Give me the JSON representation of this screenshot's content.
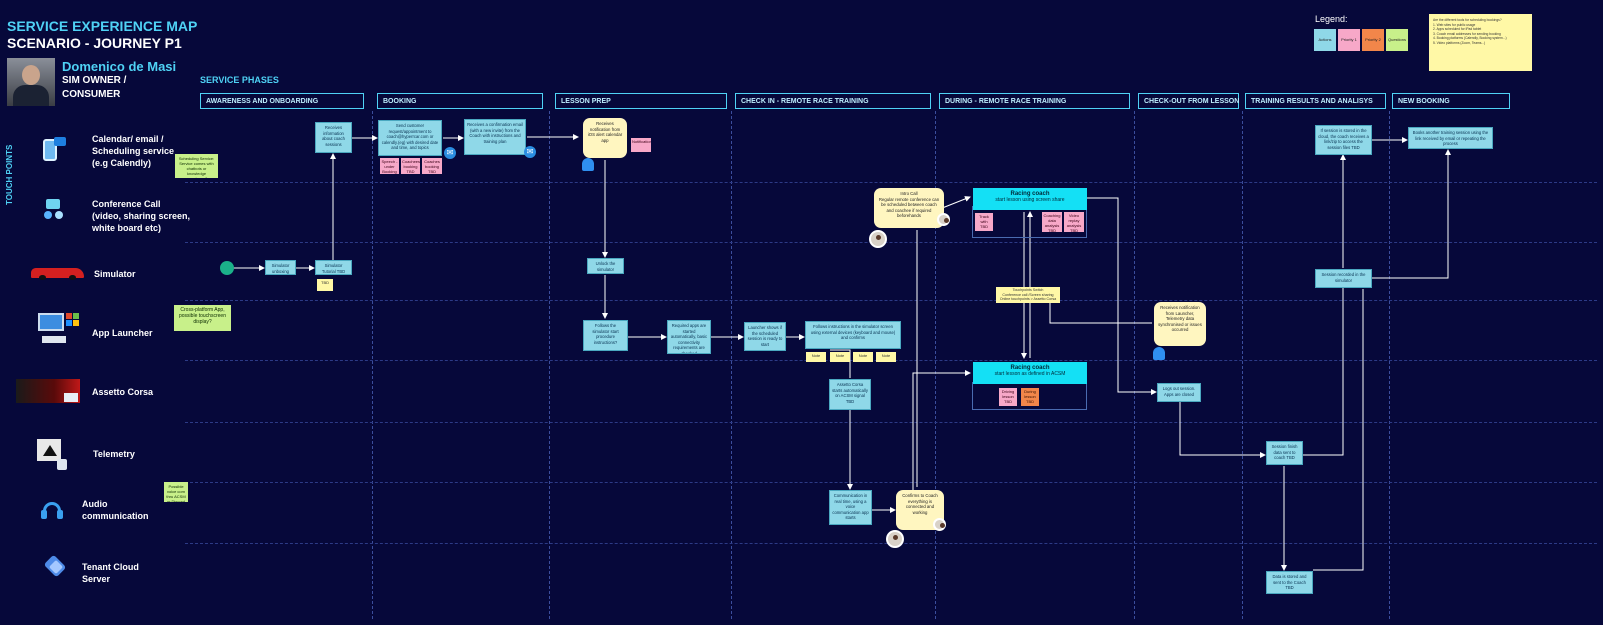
{
  "header": {
    "title": "SERVICE EXPERIENCE MAP",
    "subtitle": "SCENARIO - JOURNEY P1",
    "persona_name": "Domenico de Masi",
    "persona_role_1": "SIM OWNER /",
    "persona_role_2": "CONSUMER",
    "phases_title": "SERVICE PHASES",
    "touch_points_title": "TOUCH POINTS"
  },
  "legend": {
    "title": "Legend:",
    "items": [
      "Actions",
      "Priority 1",
      "Priority 2",
      "Questions"
    ]
  },
  "phases": [
    "AWARENESS AND ONBOARDING",
    "BOOKING",
    "LESSON PREP",
    "CHECK IN -  REMOTE RACE  TRAINING",
    "DURING - REMOTE RACE TRAINING",
    "CHECK-OUT FROM LESSON",
    "TRAINING RESULTS AND ANALISYS",
    "NEW BOOKING"
  ],
  "touchpoints": [
    {
      "label": "Calendar/ email /\nScheduling service\n(e.g Calendly)",
      "icon": "phone-mail-icon"
    },
    {
      "label": "Conference Call\n(video, sharing screen,\nwhite board etc)",
      "icon": "conference-icon"
    },
    {
      "label": "Simulator",
      "icon": "race-car-icon"
    },
    {
      "label": "App Launcher",
      "icon": "monitor-windows-icon"
    },
    {
      "label": "Assetto Corsa",
      "icon": "assetto-corsa-icon"
    },
    {
      "label": "Telemetry",
      "icon": "telemetry-icon"
    },
    {
      "label": "Audio\ncommunication",
      "icon": "headset-icon"
    },
    {
      "label": "Tenant Cloud\nServer",
      "icon": "cloud-icon"
    }
  ],
  "cards": {
    "receives_info": "Receives information about coach sessions",
    "send_request": "Send customer request/appointment to coach@hyperrcar.com or calendly.(eg) with desired date and time, and topics",
    "receives_confirm": "Receives a confirmation email (with a new invite) from the Coach with instructions and training plan",
    "sim_unboxing": "Simulator unboxing",
    "sim_tutorial": "Simulator Tutorial TBD",
    "sim_unlock": "Unlock the simulator",
    "follows_sim": "Follows the simulator start procedure instructions?",
    "required_apps": "Required apps are started automatically, basic connectivity requirements are checked",
    "launcher_shows": "Launcher shows if the scheduled session is ready to start",
    "follow_instr": "Follows instructions in the simulator screen using external devices (keyboard and mouse) and confirms",
    "ac_starts": "Assetto Corsa starts automatically on ACSM signal TBD",
    "comm_realtime": "Communication in real time, using a voice communication app starts",
    "logs_out": "Logs out session. Apps are closed",
    "session_recorded": "Session recorded in the simulator",
    "session_finish": "Session finish data sent to coach TBD",
    "data_stored": "Data is stored and sent to the Coach TBD",
    "session_cloud": "If session is stored in the cloud, the coach receives a link/zip to access the session files TBD",
    "books_another": "Books another training session using the link received by email or repeating the process"
  },
  "bubbles": {
    "receives_notif": "Receives notification from iOS alert calendar app",
    "intro_call": "Intro Call\nRegular remote conference can be scheduled between coach and coachee if required beforehands",
    "receives_notif_launcher": "Receives notification from Launcher, Telemetry data synchronised or issues occurred",
    "confirms_coach": "Confirms to Coach everything is connected and working"
  },
  "racing": {
    "title": "Racing coach",
    "sub_share": "start lesson using screen share",
    "sub_acsm": "start lesson as defined in ACSM",
    "touch_note": "Touchpoints Switch\nConference call /Screen sharing\nOnline touchpoints > Assetto Corsa"
  },
  "notes": {
    "scheduling": "Scheduling Service: Service comes with chatbots or knowledge experience?",
    "crossplatform": "Cross-platform App, possible touchscreen display?",
    "possible_voice": "Possible voice com thru ACSM or Discord"
  },
  "stickies": {
    "s1": "Speech - under Booking TBD",
    "s2": "Coachees booking TBD",
    "s3": "Coaches booking TBD",
    "s4": "Notifications",
    "s5": "TBD",
    "s6": "Track with TBD",
    "s7": "Coaching data analysis TBD",
    "s8": "Video replay analysis TBD",
    "s9": "Driving lesson TBD",
    "s10": "During lesson TBD",
    "y1": "Note",
    "y2": "Note",
    "y3": "Note",
    "y4": "Note"
  },
  "memo": "Are the different tools for scheduling bookings?\n1. Web sites for public usage\n2. Apps scheduled for iPad tablet\n3. Coach email addresses for sending booking\n4. Booking platforms (Calendly, Booking system...)\n5. Video platforms (Zoom, Teams...)"
}
